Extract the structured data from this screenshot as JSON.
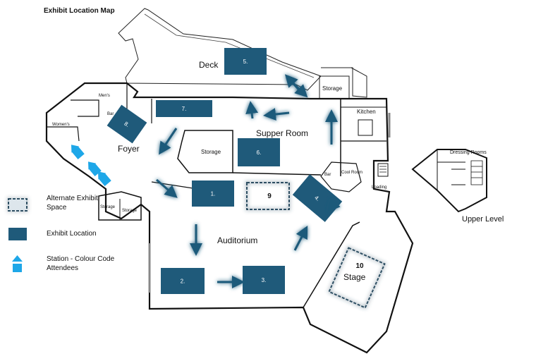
{
  "title": "Exhibit Location Map",
  "rooms": {
    "deck": "Deck",
    "storage_deck": "Storage",
    "mens": "Men's",
    "bar_left": "Bar",
    "womens": "Women's",
    "foyer": "Foyer",
    "storage_mid": "Storage",
    "supper_room": "Supper Room",
    "kitchen": "Kitchen",
    "bar_right": "Bar",
    "cool_room": "Cool Room",
    "loading": "Loading",
    "storage_low1": "Storage",
    "storage_low2": "Storage",
    "auditorium": "Auditorium",
    "stage": "Stage",
    "dressing_rooms": "Dressing Rooms",
    "upper_level": "Upper Level"
  },
  "exhibits": [
    {
      "label": "1."
    },
    {
      "label": "2."
    },
    {
      "label": "3."
    },
    {
      "label": "4."
    },
    {
      "label": "5."
    },
    {
      "label": "6."
    },
    {
      "label": "7."
    },
    {
      "label": "8."
    }
  ],
  "alternate_spaces": [
    {
      "label": "9"
    },
    {
      "label": "10"
    }
  ],
  "legend": {
    "alternate": "Alternate Exhibit Space",
    "exhibit": "Exhibit Location",
    "station": "Station - Colour Code Attendees"
  },
  "colors": {
    "exhibit": "#1f5a7a",
    "station": "#1ea7e8",
    "glow": "#9fcfe8",
    "wall": "#111111"
  }
}
